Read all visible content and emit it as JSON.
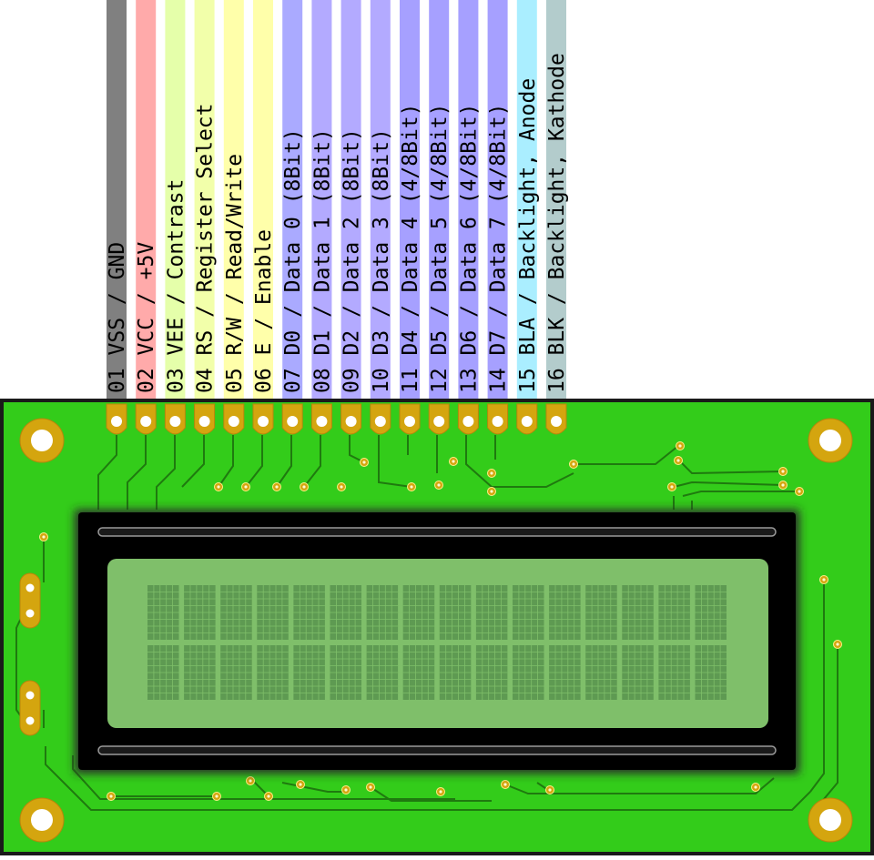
{
  "pins": [
    {
      "label": "01 VSS / GND",
      "color": "#808080"
    },
    {
      "label": "02 VCC / +5V",
      "color": "#ffaaaa"
    },
    {
      "label": "03 VEE / Contrast",
      "color": "#e5ffaa"
    },
    {
      "label": "04 RS / Register Select",
      "color": "#f2ffaa"
    },
    {
      "label": "05 R/W / Read/Write",
      "color": "#ffffaa"
    },
    {
      "label": "06 E  / Enable",
      "color": "#ffffaa"
    },
    {
      "label": "07 D0 / Data 0 (8Bit)",
      "color": "#aaaaff"
    },
    {
      "label": "08 D1 / Data 1 (8Bit)",
      "color": "#b3aaff"
    },
    {
      "label": "09 D2 / Data 2 (8Bit)",
      "color": "#b3aaff"
    },
    {
      "label": "10 D3 / Data 3 (8Bit)",
      "color": "#b3aaff"
    },
    {
      "label": "11 D4 / Data 4 (4/8Bit)",
      "color": "#a6a0ff"
    },
    {
      "label": "12 D5 / Data 5 (4/8Bit)",
      "color": "#a6a0ff"
    },
    {
      "label": "13 D6 / Data 6 (4/8Bit)",
      "color": "#a6a0ff"
    },
    {
      "label": "14 D7 / Data 7 (4/8Bit)",
      "color": "#a6a0ff"
    },
    {
      "label": "15 BLA / Backlight, Anode",
      "color": "#aaeeff"
    },
    {
      "label": "16 BLK / Backlight, Kathode",
      "color": "#b3cccc"
    }
  ],
  "colors": {
    "pcb": "#33cc1a",
    "pcb_border": "#1a1a1a",
    "pad_gold": "#d4a50f",
    "trace": "#1f7a0f",
    "screen_bezel": "#000000",
    "lcd_glass": "#7fbf6a",
    "lcd_char": "#5e9a52"
  },
  "display": {
    "rows": 2,
    "columns": 16
  }
}
